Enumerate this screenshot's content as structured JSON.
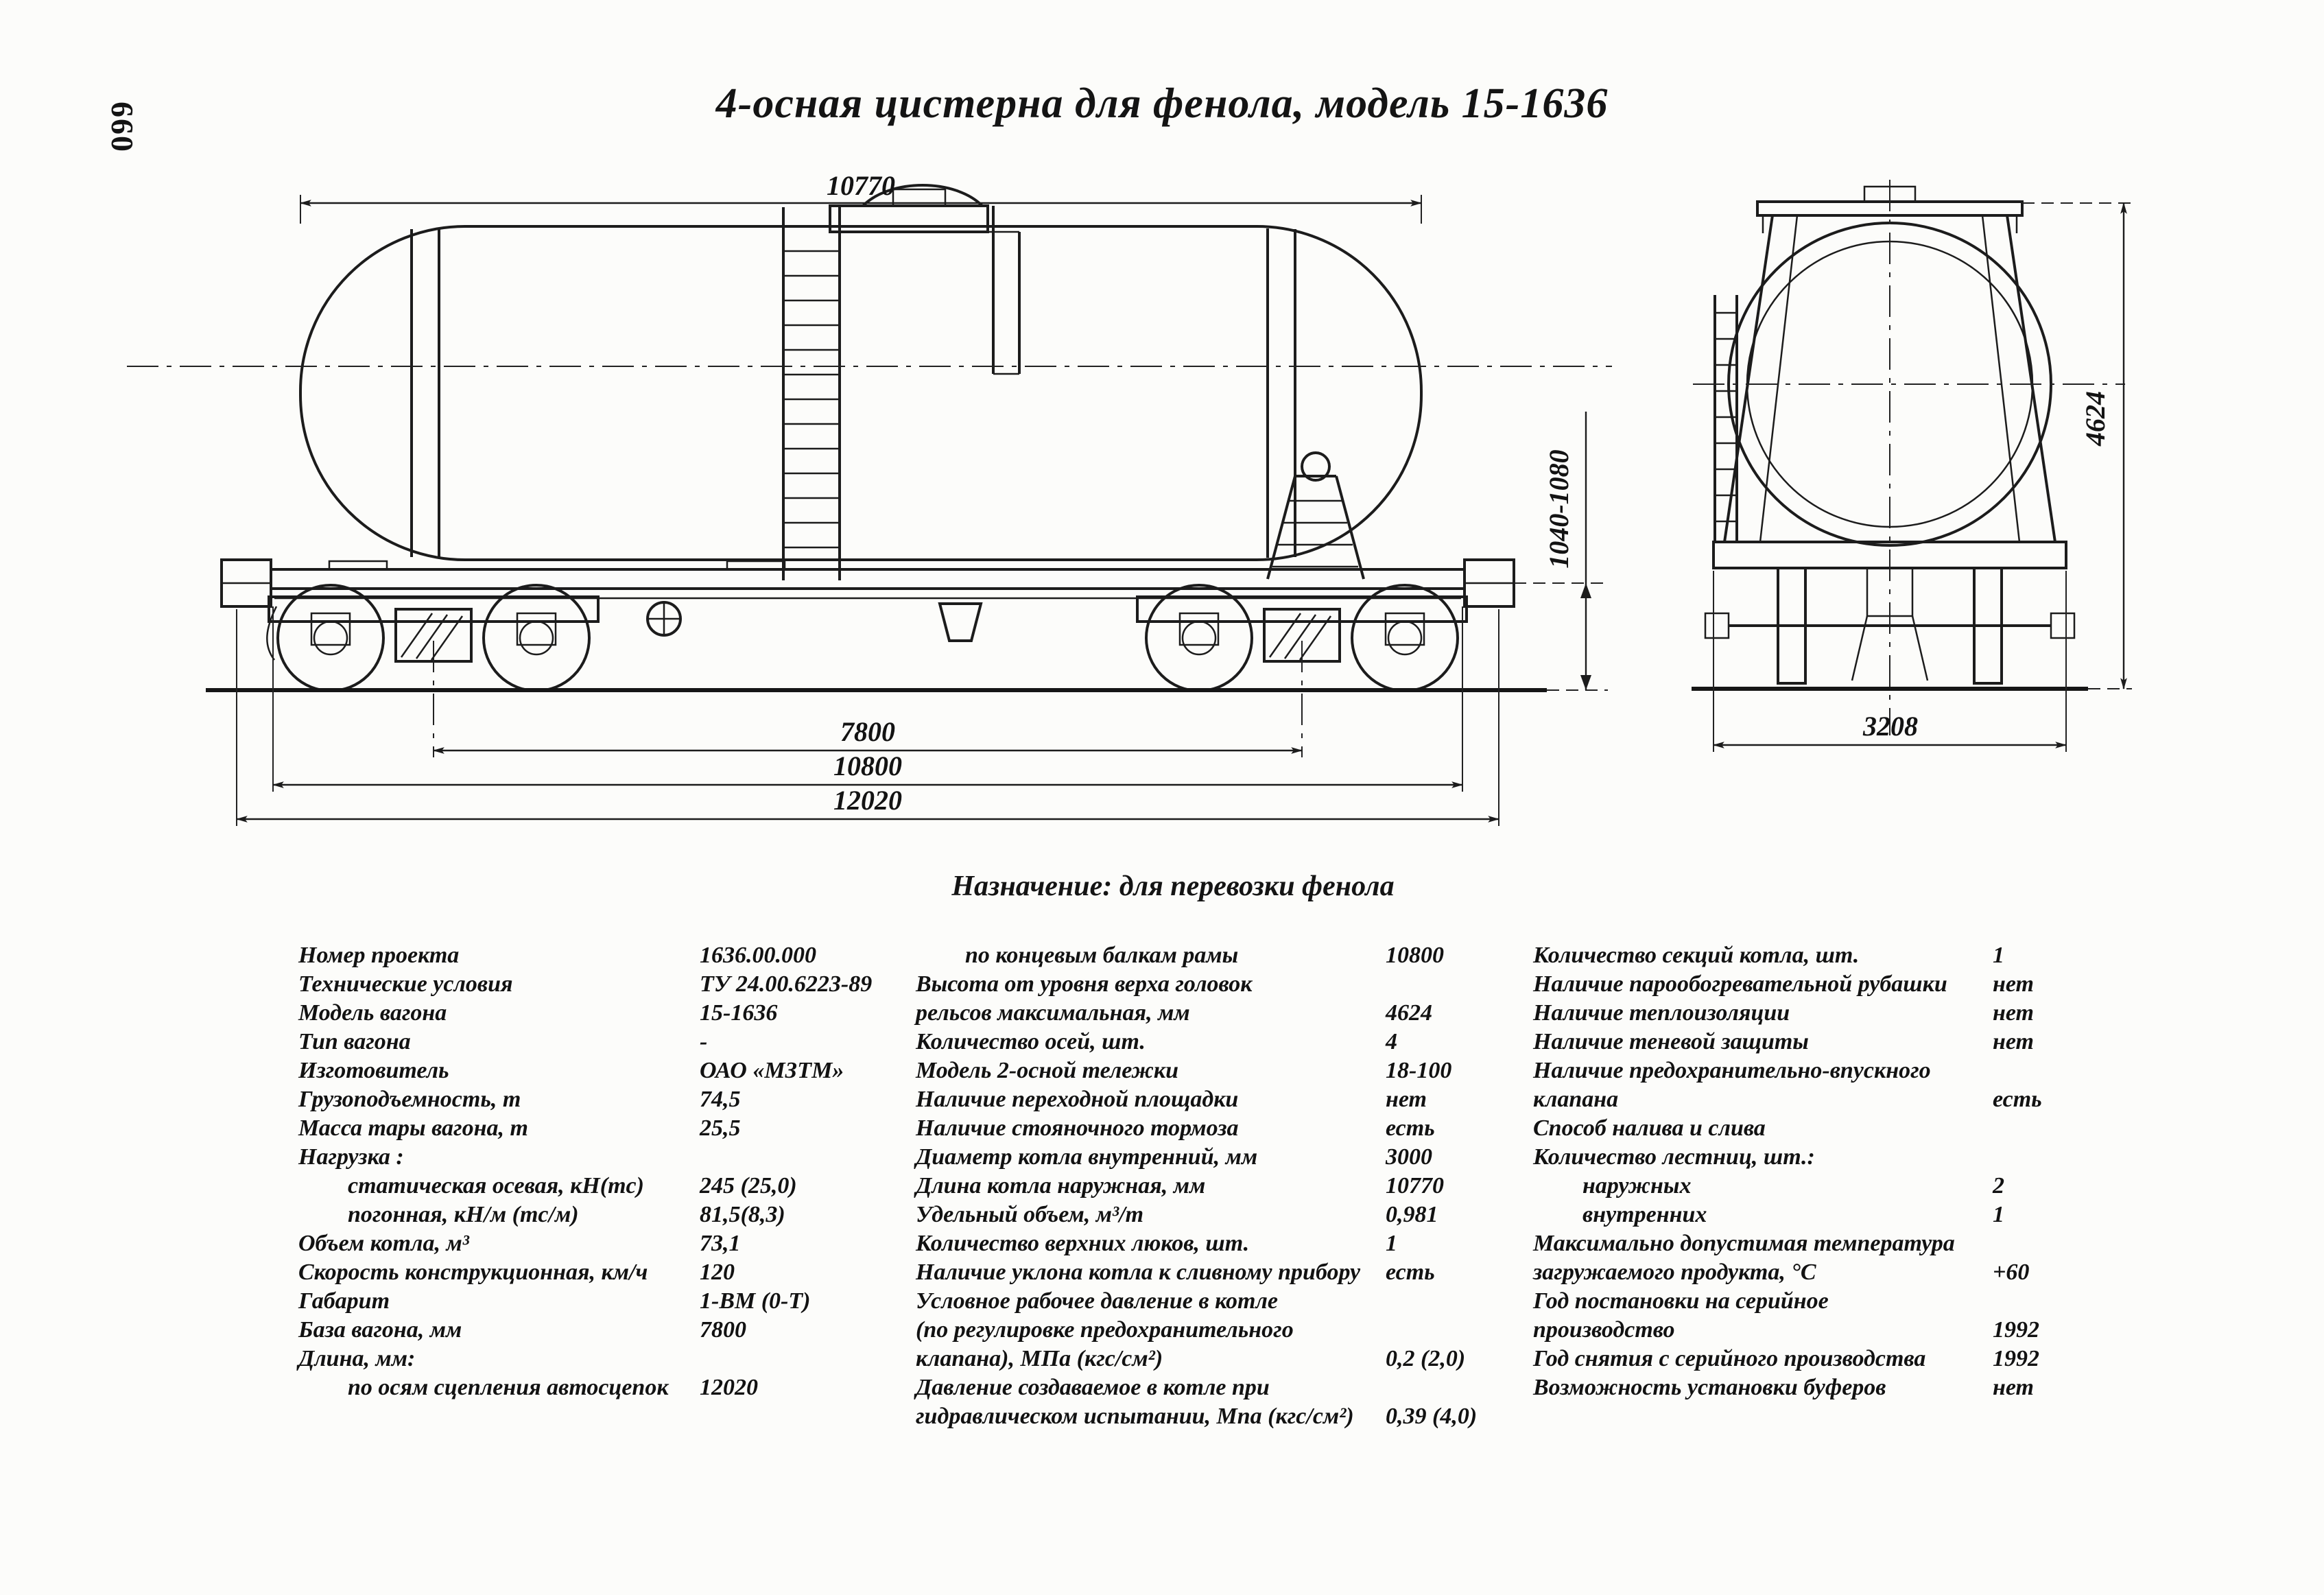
{
  "page": {
    "number": "660"
  },
  "title": "4-осная цистерна для фенола, модель 15-1636",
  "purpose": "Назначение: для перевозки фенола",
  "drawing": {
    "dims": {
      "tank_length": "10770",
      "bogie_base": "7800",
      "frame_length": "10800",
      "coupler_length": "12020",
      "coupler_height": "1040-1080",
      "max_height": "4624",
      "end_width": "3208"
    }
  },
  "specs": {
    "col1": [
      {
        "label": "Номер проекта",
        "value": "1636.00.000"
      },
      {
        "label": "Технические условия",
        "value": "ТУ 24.00.6223-89"
      },
      {
        "label": "Модель вагона",
        "value": "15-1636"
      },
      {
        "label": "Тип вагона",
        "value": "-"
      },
      {
        "label": "Изготовитель",
        "value": "ОАО «МЗТМ»"
      },
      {
        "label": "Грузоподъемность, т",
        "value": "74,5"
      },
      {
        "label": "Масса тары вагона, т",
        "value": "25,5"
      },
      {
        "label": "Нагрузка :",
        "value": ""
      },
      {
        "label": "статическая осевая, кН(тс)",
        "value": "245 (25,0)",
        "indent": true
      },
      {
        "label": "погонная, кН/м (тс/м)",
        "value": "81,5(8,3)",
        "indent": true
      },
      {
        "label": "Объем котла, м³",
        "value": "73,1"
      },
      {
        "label": "Скорость конструкционная, км/ч",
        "value": "120"
      },
      {
        "label": "Габарит",
        "value": "1-ВМ (0-Т)"
      },
      {
        "label": "База вагона, мм",
        "value": "7800"
      },
      {
        "label": "Длина, мм:",
        "value": ""
      },
      {
        "label": "по осям сцепления автосцепок",
        "value": "12020",
        "indent": true
      }
    ],
    "col2": [
      {
        "label": "по концевым балкам рамы",
        "value": "10800",
        "indent": true
      },
      {
        "label": "Высота от уровня верха головок",
        "value": ""
      },
      {
        "label": "рельсов максимальная, мм",
        "value": "4624"
      },
      {
        "label": "Количество осей, шт.",
        "value": "4"
      },
      {
        "label": "Модель 2-осной тележки",
        "value": "18-100"
      },
      {
        "label": "Наличие переходной площадки",
        "value": "нет"
      },
      {
        "label": "Наличие стояночного тормоза",
        "value": "есть"
      },
      {
        "label": "Диаметр котла внутренний, мм",
        "value": "3000"
      },
      {
        "label": "Длина котла наружная, мм",
        "value": "10770"
      },
      {
        "label": "Удельный объем, м³/т",
        "value": "0,981"
      },
      {
        "label": "Количество верхних люков, шт.",
        "value": "1"
      },
      {
        "label": "Наличие уклона котла к сливному прибору",
        "value": "есть"
      },
      {
        "label": "Условное рабочее давление в котле",
        "value": ""
      },
      {
        "label": "(по регулировке предохранительного",
        "value": ""
      },
      {
        "label": "клапана), МПа (кгс/см²)",
        "value": "0,2 (2,0)"
      },
      {
        "label": "Давление создаваемое в котле при",
        "value": ""
      },
      {
        "label": "гидравлическом испытании, Мпа (кгс/см²)",
        "value": "0,39 (4,0)"
      }
    ],
    "col3": [
      {
        "label": "Количество секций котла, шт.",
        "value": "1"
      },
      {
        "label": "Наличие парообогревательной рубашки",
        "value": "нет"
      },
      {
        "label": "Наличие теплоизоляции",
        "value": "нет"
      },
      {
        "label": "Наличие теневой защиты",
        "value": "нет"
      },
      {
        "label": "Наличие предохранительно-впускного",
        "value": ""
      },
      {
        "label": "клапана",
        "value": "есть"
      },
      {
        "label": "Способ налива и слива",
        "value": ""
      },
      {
        "label": "Количество лестниц, шт.:",
        "value": ""
      },
      {
        "label": "наружных",
        "value": "2",
        "indent": true
      },
      {
        "label": "внутренних",
        "value": "1",
        "indent": true
      },
      {
        "label": "Максимально допустимая температура",
        "value": ""
      },
      {
        "label": "загружаемого продукта, °С",
        "value": "+60"
      },
      {
        "label": "Год постановки на серийное",
        "value": ""
      },
      {
        "label": "производство",
        "value": "1992"
      },
      {
        "label": "Год снятия с серийного производства",
        "value": "1992"
      },
      {
        "label": "Возможность установки буферов",
        "value": "нет"
      }
    ]
  }
}
